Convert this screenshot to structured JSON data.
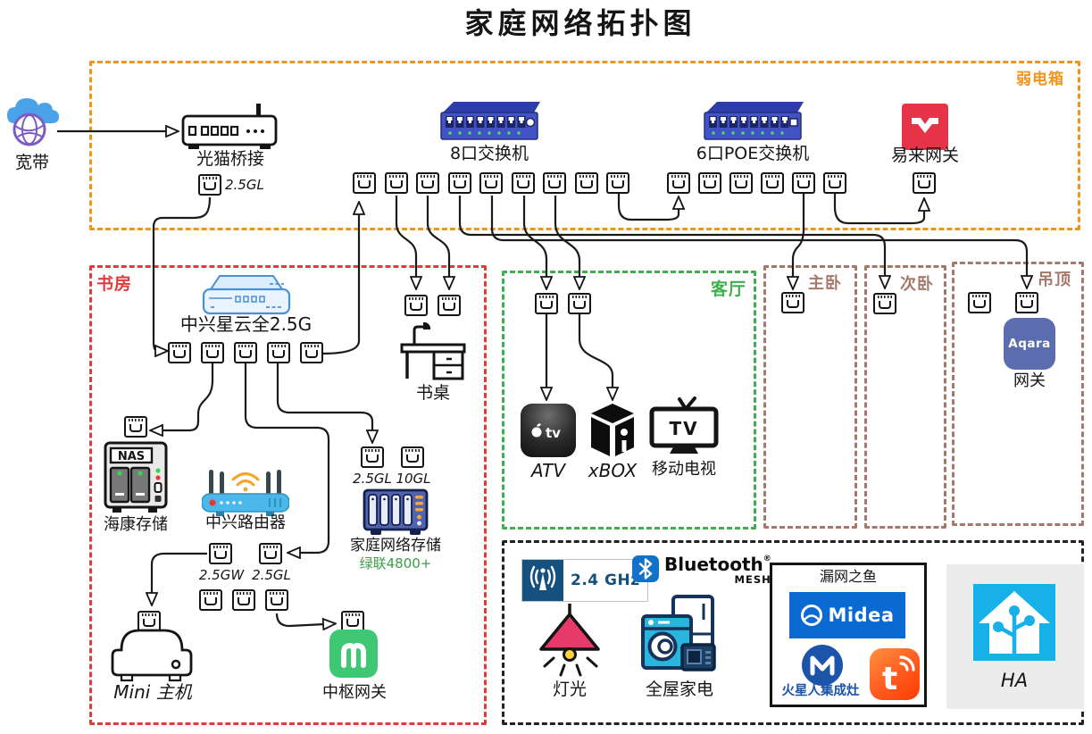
{
  "title": "家庭网络拓扑图",
  "colors": {
    "weak_box_border": "#F0951C",
    "study_border": "#E23B3B",
    "living_border": "#3FAF4E",
    "bedroom_border": "#A4786A",
    "bottom_border": "#222222",
    "switch_blue": "#4254C5",
    "router_blue": "#4CB8EA",
    "yeelight_red": "#E53448",
    "aqara_blue": "#5B6DAE",
    "mijia_green": "#3EC873",
    "midea_blue": "#0A6AD2",
    "mars_blue": "#1B54A8",
    "tuya_orange": "#FF5A1E",
    "ha_blue": "#17B0E8",
    "ugreen_green": "#3A9E46",
    "wifi_badge_navy": "#15517E",
    "bluetooth_blue": "#1272C8"
  },
  "weak_box": {
    "label": "弱电箱"
  },
  "broadband": {
    "label": "宽带"
  },
  "modem": {
    "label": "光猫桥接",
    "port_label": "2.5GL"
  },
  "switch8": {
    "label": "8口交换机"
  },
  "switch_poe": {
    "label": "6口POE交换机"
  },
  "yeelight": {
    "label": "易来网关"
  },
  "study": {
    "label": "书房",
    "core_switch": {
      "label": "中兴星云全2.5G"
    },
    "desk": {
      "label": "书桌"
    },
    "nas": {
      "badge": "NAS",
      "label": "海康存储"
    },
    "router": {
      "label": "中兴路由器",
      "wan_port": "2.5GW",
      "lan_port": "2.5GL"
    },
    "home_nas": {
      "port1": "2.5GL",
      "port2": "10GL",
      "label": "家庭网络存储",
      "sublabel": "绿联4800+"
    },
    "mini_pc": {
      "label": "Mini 主机"
    },
    "hub_gateway": {
      "label": "中枢网关"
    }
  },
  "living": {
    "label": "客厅",
    "atv": {
      "logo": "tv",
      "label": "ATV"
    },
    "xbox": {
      "label": "xBOX"
    },
    "tv": {
      "screen_text": "TV",
      "label": "移动电视"
    }
  },
  "master_bedroom": {
    "label": "主卧"
  },
  "second_bedroom": {
    "label": "次卧"
  },
  "ceiling": {
    "label": "吊顶",
    "aqara": {
      "logo": "Aqara",
      "label": "网关"
    }
  },
  "smart_home": {
    "wifi_badge": {
      "label": "2.4 GHz"
    },
    "bluetooth": {
      "label": "Bluetooth",
      "reg": "®",
      "sub": "MESH"
    },
    "light": {
      "label": "灯光"
    },
    "appliances": {
      "label": "全屋家电"
    },
    "leftover": {
      "title": "漏网之鱼",
      "midea": "Midea",
      "mars_text": "火星人集成灶",
      "tuya_letter": "t"
    },
    "ha": {
      "label": "HA"
    }
  }
}
